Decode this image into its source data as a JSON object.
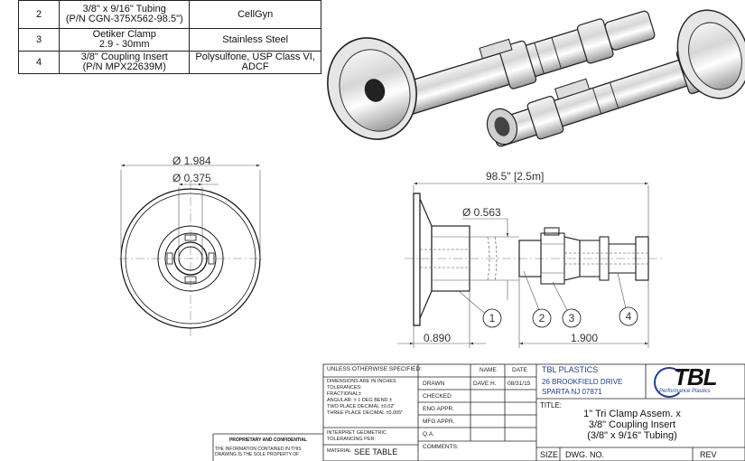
{
  "bom": {
    "rows": [
      {
        "item": "2",
        "desc_line1": "3/8\" x 9/16\" Tubing",
        "desc_line2": "(P/N CGN-375X562-98.5\")",
        "material_line1": "CellGyn",
        "material_line2": ""
      },
      {
        "item": "3",
        "desc_line1": "Oetiker Clamp",
        "desc_line2": "2.9 - 30mm",
        "material_line1": "Stainless Steel",
        "material_line2": ""
      },
      {
        "item": "4",
        "desc_line1": "3/8\" Coupling Insert",
        "desc_line2": "(P/N MPX22639M)",
        "material_line1": "Polysulfone, USP Class VI,",
        "material_line2": "ADCF"
      }
    ]
  },
  "dimensions": {
    "outer_diameter": "Ø 1.984",
    "inner_diameter": "Ø 0.375",
    "overall_length": "98.5\" [2.5m]",
    "tube_diameter": "Ø 0.563",
    "flange_length": "0.890",
    "insert_length": "1.900"
  },
  "balloons": [
    "1",
    "2",
    "3",
    "4"
  ],
  "title_block": {
    "unless_specified": "UNLESS OTHERWISE SPECIFIED:",
    "name_header": "NAME",
    "date_header": "DATE",
    "tolerance_lines": [
      "DIMENSIONS ARE IN INCHES",
      "TOLERANCES:",
      "FRACTIONAL±",
      "ANGULAR: ± 1 DEG BEND ±",
      "TWO PLACE DECIMAL   ±0.02\"",
      "THREE PLACE DECIMAL  ±0.005\""
    ],
    "geometric_lines": [
      "INTERPRET GEOMETRIC",
      "TOLERANCING PER:"
    ],
    "material_label": "MATERIAL",
    "material_value": "SEE TABLE",
    "rows": [
      {
        "label": "DRAWN",
        "name": "DAVE H.",
        "date": "08/31/15"
      },
      {
        "label": "CHECKED",
        "name": "",
        "date": ""
      },
      {
        "label": "ENG APPR.",
        "name": "",
        "date": ""
      },
      {
        "label": "MFG APPR.",
        "name": "",
        "date": ""
      },
      {
        "label": "Q.A.",
        "name": "",
        "date": ""
      }
    ],
    "comments_label": "COMMENTS:",
    "proprietary_title": "PROPRIETARY AND CONFIDENTIAL",
    "proprietary_lines": [
      "THE INFORMATION CONTAINED IN THIS",
      "DRAWING IS THE SOLE PROPERTY OF"
    ],
    "company": "TBL PLASTICS",
    "address1": "26 BROOKFIELD DRIVE",
    "address2": "SPARTA NJ 07871",
    "logo_text": "TBL",
    "logo_sub": "Performance Plastics",
    "title_label": "TITLE:",
    "title_lines": [
      "1\" Tri Clamp Assem. x",
      "3/8\" Coupling Insert",
      "(3/8\" x 9/16\" Tubing)"
    ],
    "size_label": "SIZE",
    "dwg_label": "DWG.  NO.",
    "rev_label": "REV"
  }
}
